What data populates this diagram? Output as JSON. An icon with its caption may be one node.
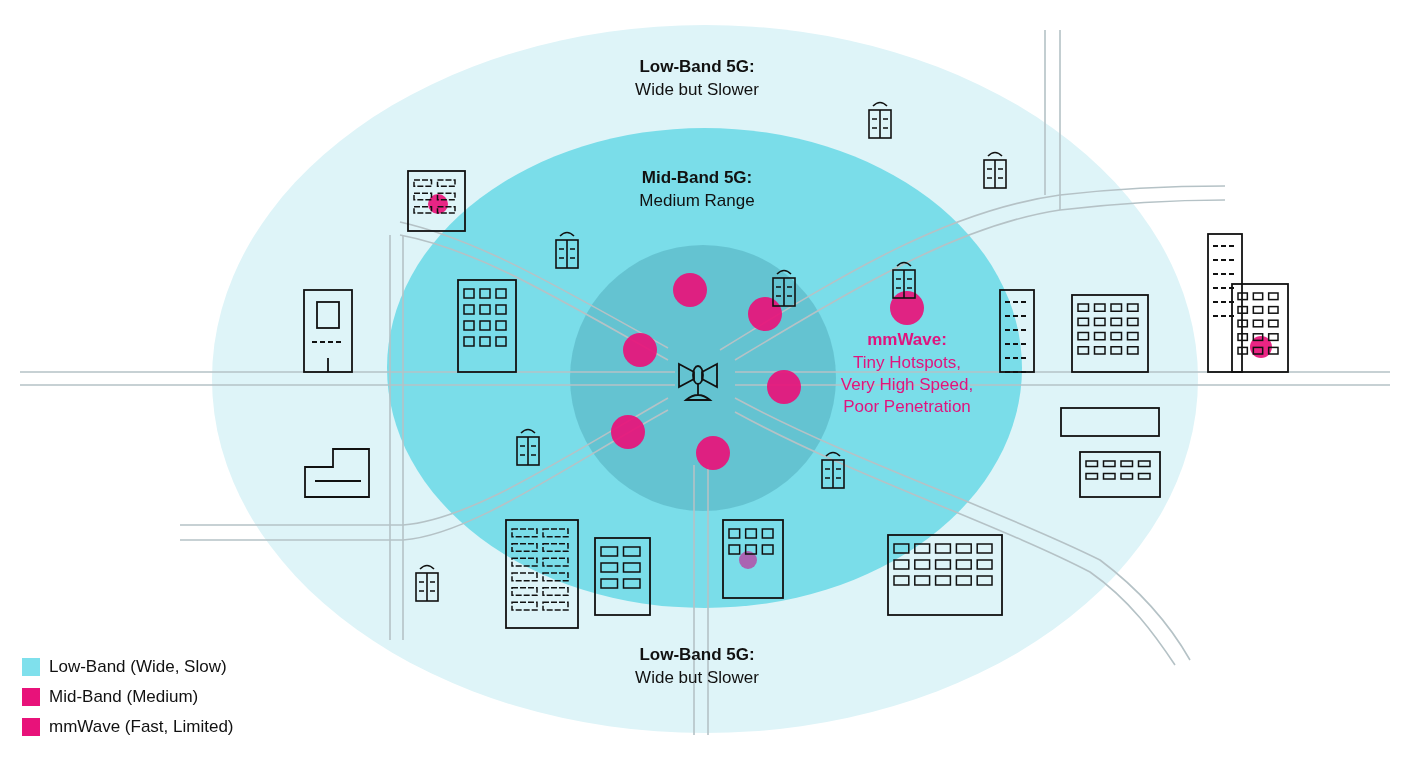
{
  "diagram": {
    "nodes": [
      {
        "text": [
          "Low-Band 5G:",
          "Wide but Slower",
          "Low-Band 5G:",
          "Wide but Slower"
        ]
      },
      {
        "text": [
          "Mid-Band 5G:",
          "Medium Range"
        ],
        "in": 0
      }
    ],
    "labels": [
      "mmWave:",
      "Tiny Hotspots, Very High Speed, Poor Penetration"
    ],
    "legend": [
      {
        "text": "Low-Band (Wide, Slow)",
        "color": "#7fe0ec"
      },
      {
        "text": "Mid-Band (Medium)",
        "color": "#e8127a"
      },
      {
        "text": "mmWave (Fast, Limited)",
        "color": "#e8127a"
      }
    ]
  }
}
